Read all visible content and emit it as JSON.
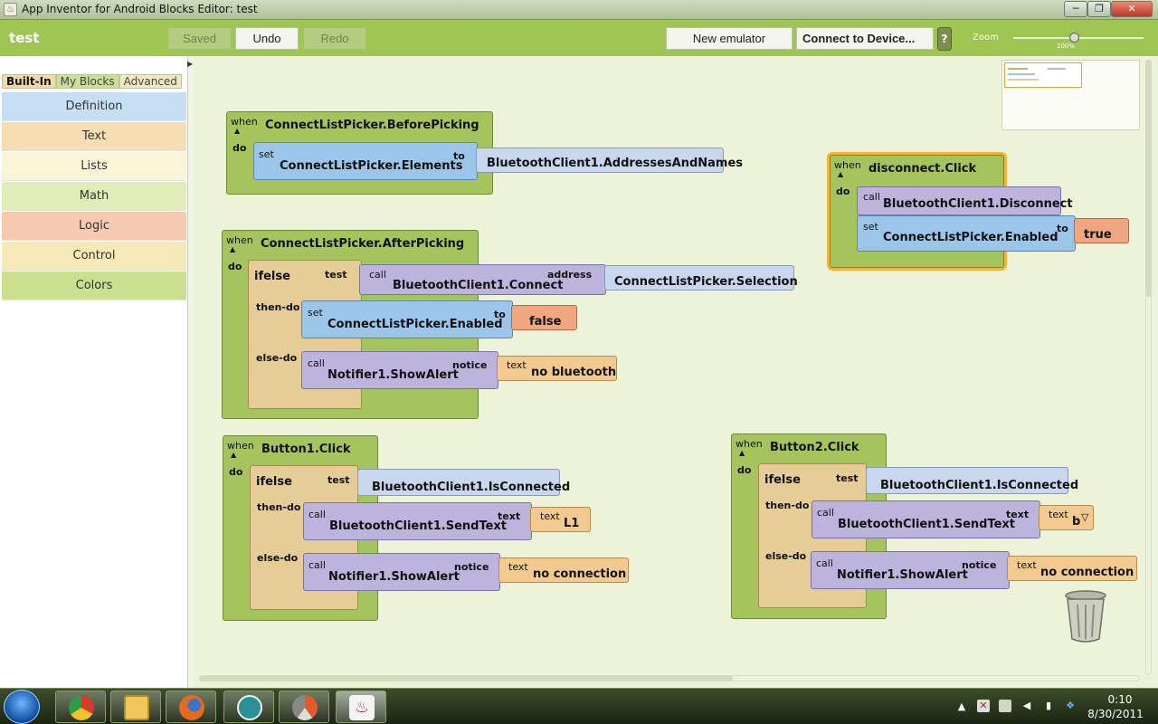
{
  "window": {
    "title": "App Inventor for Android Blocks Editor: test",
    "minimize": "─",
    "maximize": "❐",
    "close": "✕"
  },
  "toolbar": {
    "project": "test",
    "saved": "Saved",
    "undo": "Undo",
    "redo": "Redo",
    "new_emulator": "New emulator",
    "connect_device": "Connect to Device...",
    "help": "?",
    "zoom_label": "Zoom",
    "zoom_value": "100%"
  },
  "drawer": {
    "tabs": [
      "Built-In",
      "My Blocks",
      "Advanced"
    ],
    "items": [
      {
        "label": "Definition",
        "color": "#c6dff4"
      },
      {
        "label": "Text",
        "color": "#f6ddb3"
      },
      {
        "label": "Lists",
        "color": "#fbf5d8"
      },
      {
        "label": "Math",
        "color": "#e0edb8"
      },
      {
        "label": "Logic",
        "color": "#f6c9b1"
      },
      {
        "label": "Control",
        "color": "#f6e9b7"
      },
      {
        "label": "Colors",
        "color": "#cbe08e"
      }
    ]
  },
  "kw": {
    "when": "when",
    "do": "do",
    "set": "set",
    "to": "to",
    "call": "call",
    "ifelse": "ifelse",
    "test": "test",
    "then_do": "then-do",
    "else_do": "else-do",
    "address": "address",
    "notice": "notice",
    "text": "text",
    "caret": "▲",
    "dropdown": "▽"
  },
  "blocks": {
    "before": {
      "event": "ConnectListPicker.BeforePicking",
      "setter": "ConnectListPicker.Elements",
      "value": "BluetoothClient1.AddressesAndNames"
    },
    "after": {
      "event": "ConnectListPicker.AfterPicking",
      "connect": "BluetoothClient1.Connect",
      "address": "ConnectListPicker.Selection",
      "setter": "ConnectListPicker.Enabled",
      "setval": "false",
      "alert": "Notifier1.ShowAlert",
      "alert_text": "no bluetooth"
    },
    "disconnect": {
      "event": "disconnect.Click",
      "call": "BluetoothClient1.Disconnect",
      "setter": "ConnectListPicker.Enabled",
      "setval": "true"
    },
    "button1": {
      "event": "Button1.Click",
      "test": "BluetoothClient1.IsConnected",
      "send": "BluetoothClient1.SendText",
      "send_text": "L1",
      "alert": "Notifier1.ShowAlert",
      "alert_text": "no connection"
    },
    "button2": {
      "event": "Button2.Click",
      "test": "BluetoothClient1.IsConnected",
      "send": "BluetoothClient1.SendText",
      "send_text": "b",
      "alert": "Notifier1.ShowAlert",
      "alert_text": "no connection"
    }
  },
  "taskbar": {
    "time": "0:10",
    "date": "8/30/2011"
  },
  "icons": [
    "window-app-icon",
    "help-icon",
    "trash-icon",
    "start-orb-icon",
    "chrome-icon",
    "explorer-icon",
    "firefox-icon",
    "arduino-icon",
    "media-icon",
    "java-icon",
    "flag-icon",
    "network-icon",
    "volume-icon",
    "signal-icon",
    "dropbox-icon"
  ]
}
